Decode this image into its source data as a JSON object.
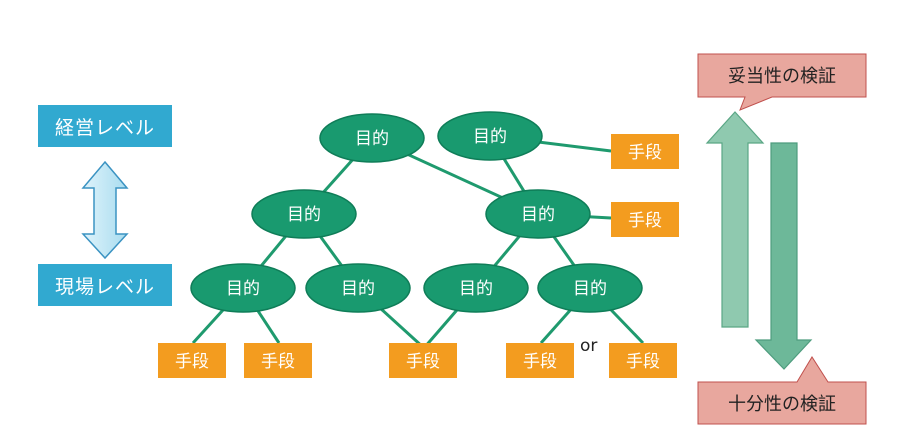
{
  "levels": {
    "top": "経営レベル",
    "bottom": "現場レベル"
  },
  "node_label": "目的",
  "means_label": "手段",
  "or_label": "or",
  "validation": {
    "top": "妥当性の検証",
    "bottom": "十分性の検証"
  },
  "colors": {
    "node": "#199a6f",
    "node_stroke": "#0f7d58",
    "link": "#1f9a6e",
    "means": "#f39c1f",
    "level": "#31a9d0",
    "callout": "#e8a79e",
    "callout_stroke": "#c0504d",
    "arrow_up": "#8fc9af",
    "arrow_down": "#6db899"
  }
}
